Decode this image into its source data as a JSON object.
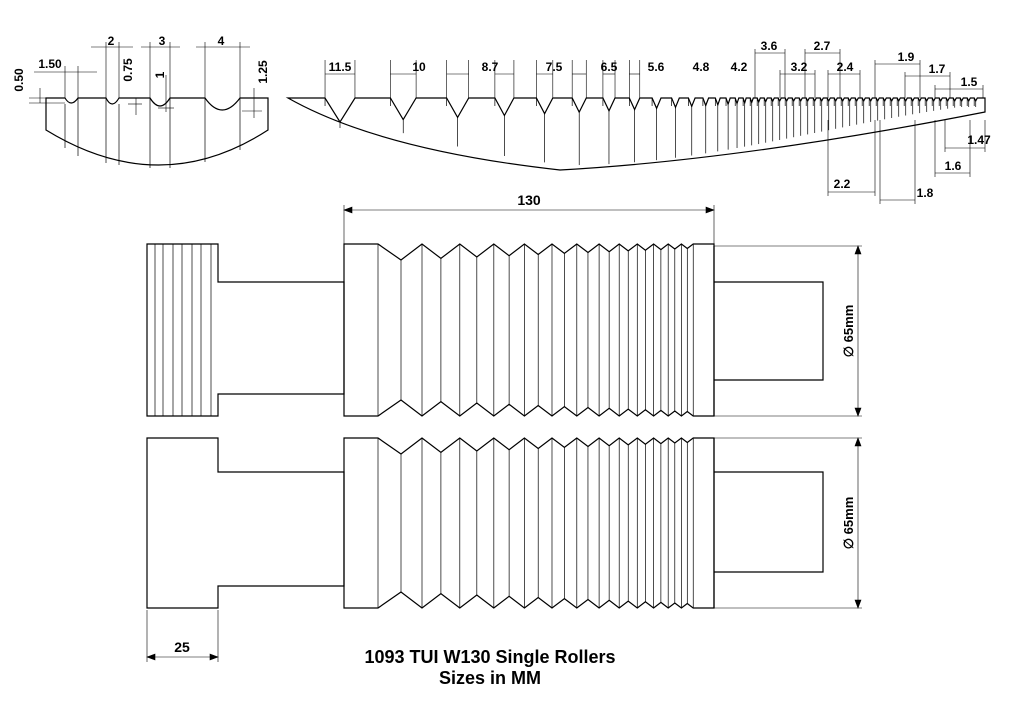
{
  "title": {
    "line1": "1093 TUI W130 Single Rollers",
    "line2": "Sizes in MM"
  },
  "left_profile": {
    "labels": [
      "0.50",
      "1.50",
      "2",
      "0.75",
      "3",
      "1",
      "4",
      "1.25"
    ]
  },
  "right_profile": {
    "labels": [
      "11.5",
      "10",
      "8.7",
      "7.5",
      "6.5",
      "5.6",
      "4.8",
      "4.2",
      "3.6",
      "3.2",
      "2.7",
      "2.4",
      "1.9",
      "1.7",
      "1.5",
      "1.47",
      "1.6",
      "2.2",
      "1.8"
    ]
  },
  "roller": {
    "width_dim": "130",
    "diameter_top": "∅ 65mm",
    "diameter_bottom": "∅ 65mm",
    "flange_width": "25"
  }
}
